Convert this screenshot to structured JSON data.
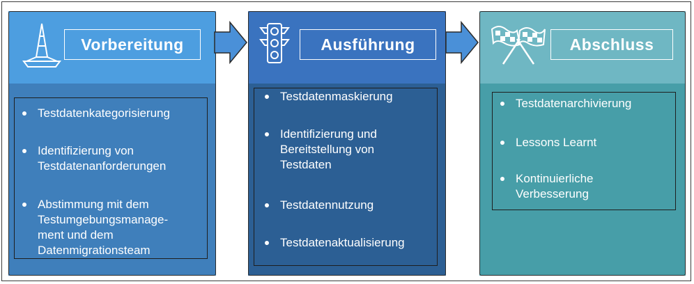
{
  "phases": [
    {
      "title": "Vorbereitung",
      "icon": "traffic-cone-icon",
      "colors": {
        "head": "#4d9ee0",
        "body": "#3f7fbb"
      },
      "items": [
        "Testdatenkategorisierung",
        "Identifizierung von\nTestdatenanforderungen",
        "Abstimmung mit dem\nTestumgebungsmanage-\nment und dem\nDatenmigrationsteam"
      ]
    },
    {
      "title": "Ausführung",
      "icon": "traffic-light-icon",
      "colors": {
        "head": "#3a73bf",
        "body": "#2c5f94"
      },
      "items": [
        "Testdatenmaskierung",
        "Identifizierung und\nBereitstellung von\nTestdaten",
        "Testdatennutzung",
        "Testdatenaktualisierung"
      ]
    },
    {
      "title": "Abschluss",
      "icon": "checkered-flags-icon",
      "colors": {
        "head": "#6fb7c3",
        "body": "#479ea8"
      },
      "items": [
        "Testdatenarchivierung",
        "Lessons Learnt",
        "Kontinuierliche\nVerbesserung"
      ]
    }
  ],
  "arrow_color": "#4a90d8"
}
